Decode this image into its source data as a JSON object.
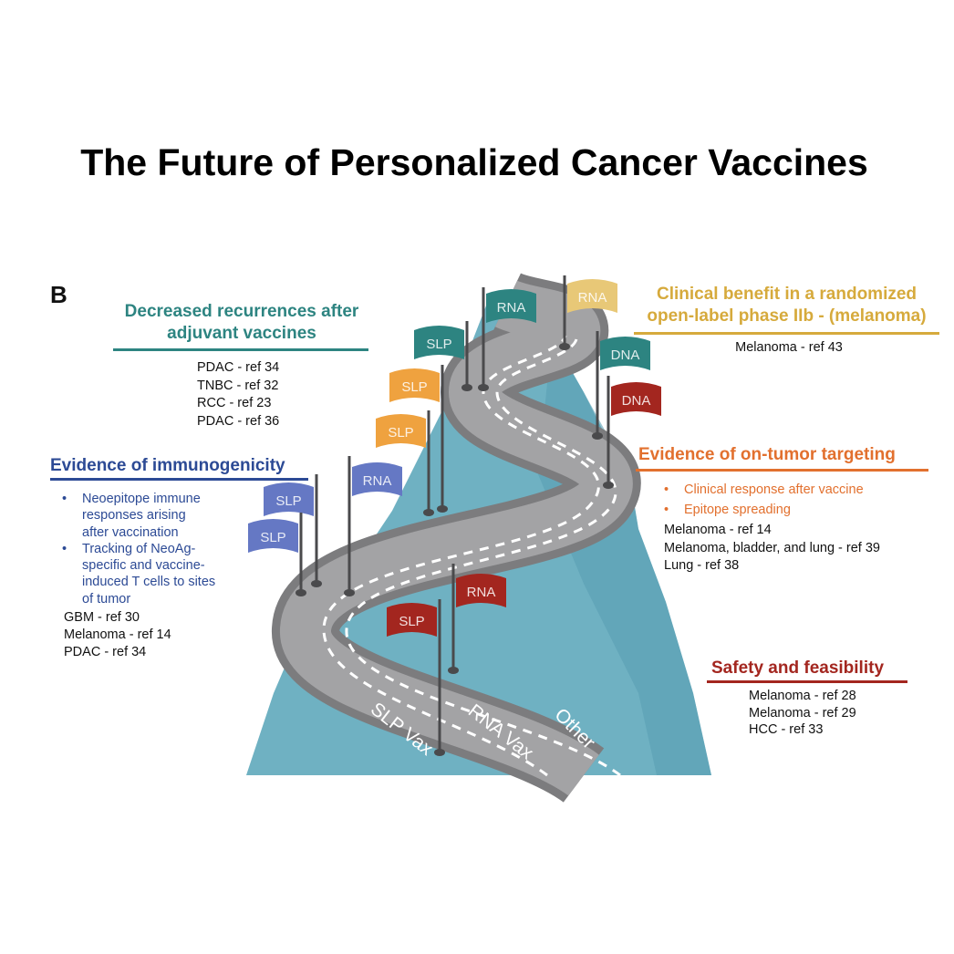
{
  "title": "The Future of Personalized Cancer Vaccines",
  "panel_letter": "B",
  "colors": {
    "teal": "#2d8481",
    "blue": "#2c4a95",
    "gold": "#d6aa3c",
    "orange": "#e2702e",
    "red": "#a3261f",
    "mountain": "#6fb1c2",
    "road": "#9a9a9c"
  },
  "sections": {
    "recurrences": {
      "title_line1": "Decreased recurrences after",
      "title_line2": "adjuvant vaccines",
      "refs": [
        "PDAC - ref 34",
        "TNBC - ref 32",
        "RCC - ref 23",
        "PDAC - ref 36"
      ]
    },
    "immunogenicity": {
      "title": "Evidence of immunogenicity",
      "bullets": [
        [
          "Neoepitope immune",
          "responses arising",
          "after vaccination"
        ],
        [
          "Tracking of NeoAg-",
          "specific and vaccine-",
          "induced T cells to sites",
          "of tumor"
        ]
      ],
      "bullet_char": "•",
      "refs": [
        "GBM - ref 30",
        "Melanoma - ref 14",
        "PDAC - ref 34"
      ]
    },
    "clinical_benefit": {
      "title_line1": "Clinical benefit in a randomized",
      "title_line2": "open-label phase IIb - (melanoma)",
      "refs": [
        "Melanoma - ref 43"
      ]
    },
    "on_tumor": {
      "title": "Evidence of on-tumor targeting",
      "bullets": [
        "Clinical response after vaccine",
        "Epitope spreading"
      ],
      "bullet_char": "•",
      "refs": [
        "Melanoma - ref 14",
        "Melanoma, bladder, and lung - ref 39",
        "Lung - ref 38"
      ]
    },
    "safety": {
      "title": "Safety and feasibility",
      "refs": [
        "Melanoma - ref 28",
        "Melanoma - ref 29",
        "HCC - ref 33"
      ]
    }
  },
  "road_lanes": [
    "SLP Vax",
    "RNA Vax",
    "Other"
  ],
  "flags": [
    {
      "label": "RNA",
      "color": "#2d8481"
    },
    {
      "label": "RNA",
      "color": "#e8c877"
    },
    {
      "label": "SLP",
      "color": "#2d8481"
    },
    {
      "label": "DNA",
      "color": "#2d8481"
    },
    {
      "label": "DNA",
      "color": "#a3261f"
    },
    {
      "label": "SLP",
      "color": "#efa23f"
    },
    {
      "label": "SLP",
      "color": "#efa23f"
    },
    {
      "label": "RNA",
      "color": "#6578c4"
    },
    {
      "label": "SLP",
      "color": "#6578c4"
    },
    {
      "label": "SLP",
      "color": "#6578c4"
    },
    {
      "label": "RNA",
      "color": "#a3261f"
    },
    {
      "label": "SLP",
      "color": "#a3261f"
    }
  ]
}
